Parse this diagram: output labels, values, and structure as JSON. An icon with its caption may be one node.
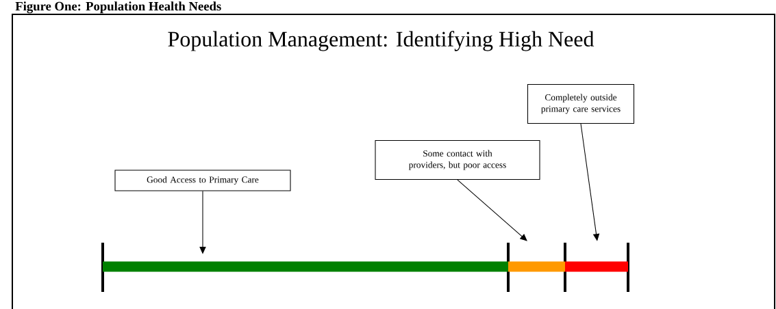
{
  "diagram": {
    "title": "Population Management: Identifying High Need",
    "caption": "Figure One: Population Health Needs",
    "nodes": [
      {
        "text": [
          "Good Access to Primary Care"
        ]
      },
      {
        "text": [
          "Some contact with providers, but poor access"
        ]
      },
      {
        "text": [
          "Completely outside primary care services"
        ]
      },
      {
        "text": [],
        "shape": "bar"
      },
      {
        "text": [],
        "shape": "bar"
      },
      {
        "text": [],
        "shape": "bar"
      }
    ],
    "edges": [
      {
        "from": 0,
        "to": 3,
        "arrow": "to"
      },
      {
        "from": 1,
        "to": 4,
        "arrow": "to"
      },
      {
        "from": 2,
        "to": 5,
        "arrow": "to"
      }
    ]
  }
}
